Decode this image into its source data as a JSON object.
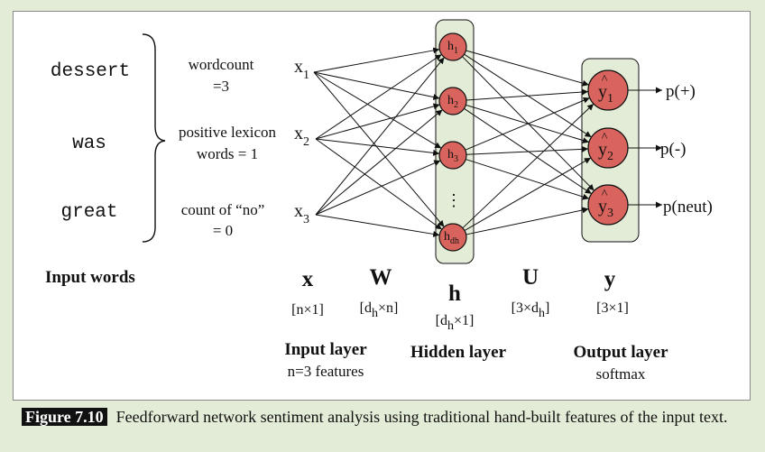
{
  "words": [
    "dessert",
    "was",
    "great"
  ],
  "features": [
    {
      "line1": "wordcount",
      "line2": "=3"
    },
    {
      "line1": "positive lexicon",
      "line2": "words = 1"
    },
    {
      "line1": "count of “no”",
      "line2": "= 0"
    }
  ],
  "inputs": [
    {
      "base": "x",
      "sub": "1"
    },
    {
      "base": "x",
      "sub": "2"
    },
    {
      "base": "x",
      "sub": "3"
    }
  ],
  "hidden": [
    {
      "base": "h",
      "sub": "1"
    },
    {
      "base": "h",
      "sub": "2"
    },
    {
      "base": "h",
      "sub": "3"
    },
    {
      "base": "h",
      "sub": "dh"
    }
  ],
  "hidden_ellipsis": "⋮",
  "outputs": [
    {
      "base": "y",
      "hat": "^",
      "sub": "1",
      "label": "p(+)"
    },
    {
      "base": "y",
      "hat": "^",
      "sub": "2",
      "label": "p(-)"
    },
    {
      "base": "y",
      "hat": "^",
      "sub": "3",
      "label": "p(neut)"
    }
  ],
  "labels": {
    "input_words": "Input words",
    "x": "x",
    "x_dim": "[n×1]",
    "W": "W",
    "W_dim_a": "[d",
    "W_dim_sub": "h",
    "W_dim_b": "×n]",
    "h": "h",
    "h_dim_a": "[d",
    "h_dim_sub": "h",
    "h_dim_b": "×1]",
    "U": "U",
    "U_dim_a": "[3×d",
    "U_dim_sub": "h",
    "U_dim_b": "]",
    "y": "y",
    "y_dim": "[3×1]",
    "input_layer": "Input layer",
    "input_layer_sub": "n=3 features",
    "hidden_layer": "Hidden layer",
    "output_layer": "Output layer",
    "output_layer_sub": "softmax"
  },
  "caption": {
    "label": "Figure 7.10",
    "text": "Feedforward network sentiment analysis using traditional hand-built features of the input text."
  },
  "colors": {
    "node_fill": "#d9645e",
    "box_fill": "#e3ecd6",
    "page_bg": "#e3ecd6"
  }
}
